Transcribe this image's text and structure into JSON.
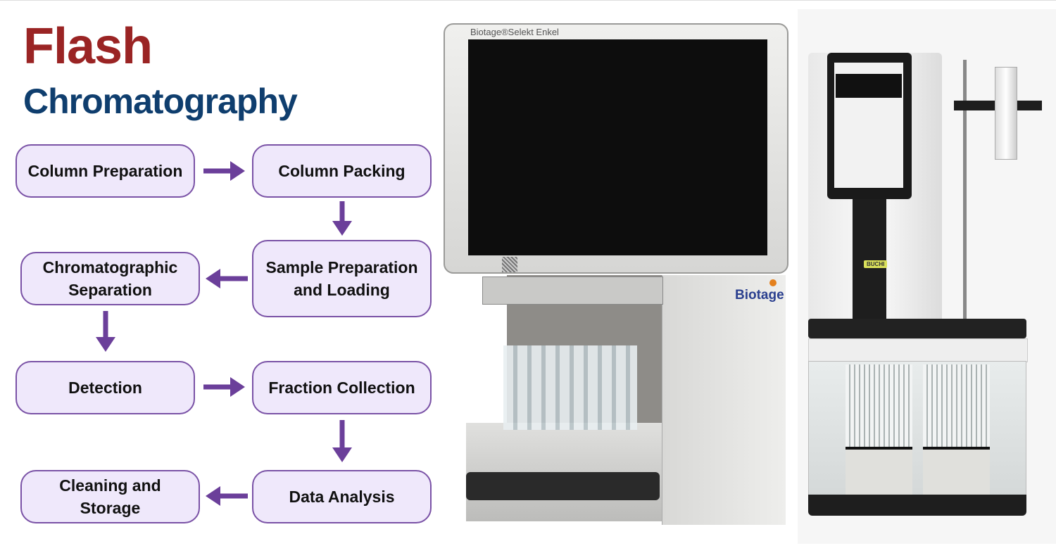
{
  "title": {
    "line1": "Flash",
    "line2": "Chromatography"
  },
  "colors": {
    "title_red": "#9a2424",
    "title_blue": "#0f3e6e",
    "box_fill": "#efe8fb",
    "box_border": "#7a52a6",
    "arrow": "#6b3f9a"
  },
  "steps": [
    {
      "label": "Column Preparation"
    },
    {
      "label": "Column Packing"
    },
    {
      "label": "Sample Preparation and Loading"
    },
    {
      "label": "Chromatographic Separation"
    },
    {
      "label": "Detection"
    },
    {
      "label": "Fraction Collection"
    },
    {
      "label": "Data Analysis"
    },
    {
      "label": "Cleaning and Storage"
    }
  ],
  "instrument1": {
    "model_label": "Biotage®Selekt Enkel",
    "brand": "Biotage"
  },
  "instrument2": {
    "brand": "BUCHI"
  }
}
